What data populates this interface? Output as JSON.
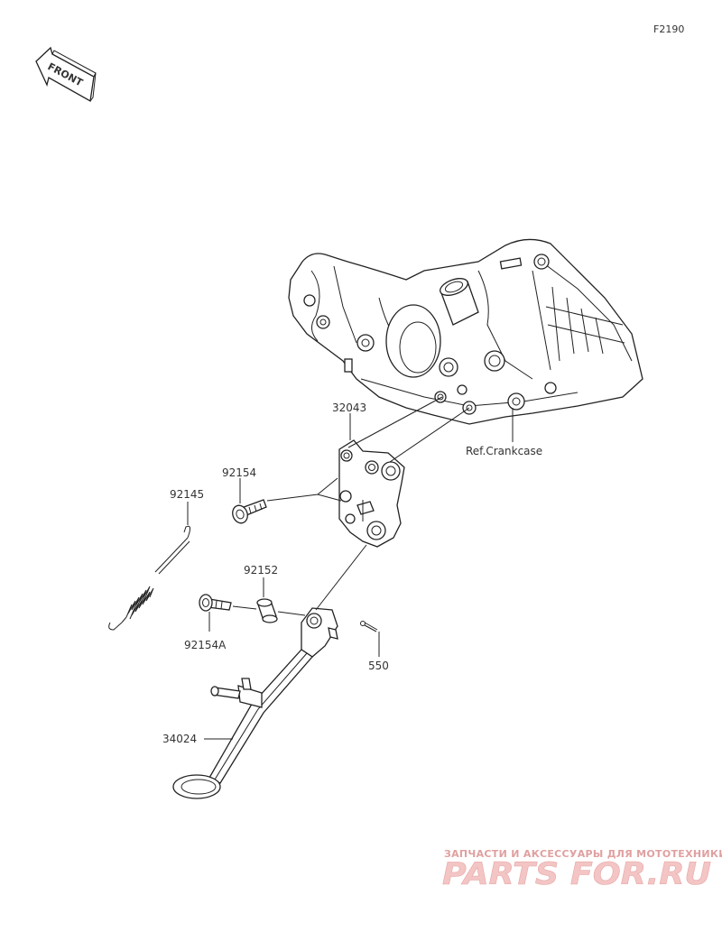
{
  "figure_code": "F2190",
  "front_label": "FRONT",
  "ref_label": "Ref.Crankcase",
  "callouts": {
    "p32043": "32043",
    "p92154": "92154",
    "p92145": "92145",
    "p92152": "92152",
    "p92154A": "92154A",
    "p550": "550",
    "p34024": "34024"
  },
  "watermark": {
    "tagline": "ЗАПЧАСТИ И АКСЕССУАРЫ ДЛЯ МОТОТЕХНИКИ",
    "logo": "PARTS FOR.RU",
    "primary_color": "#e8a8a8"
  },
  "colors": {
    "line": "#222222",
    "text": "#333333"
  }
}
